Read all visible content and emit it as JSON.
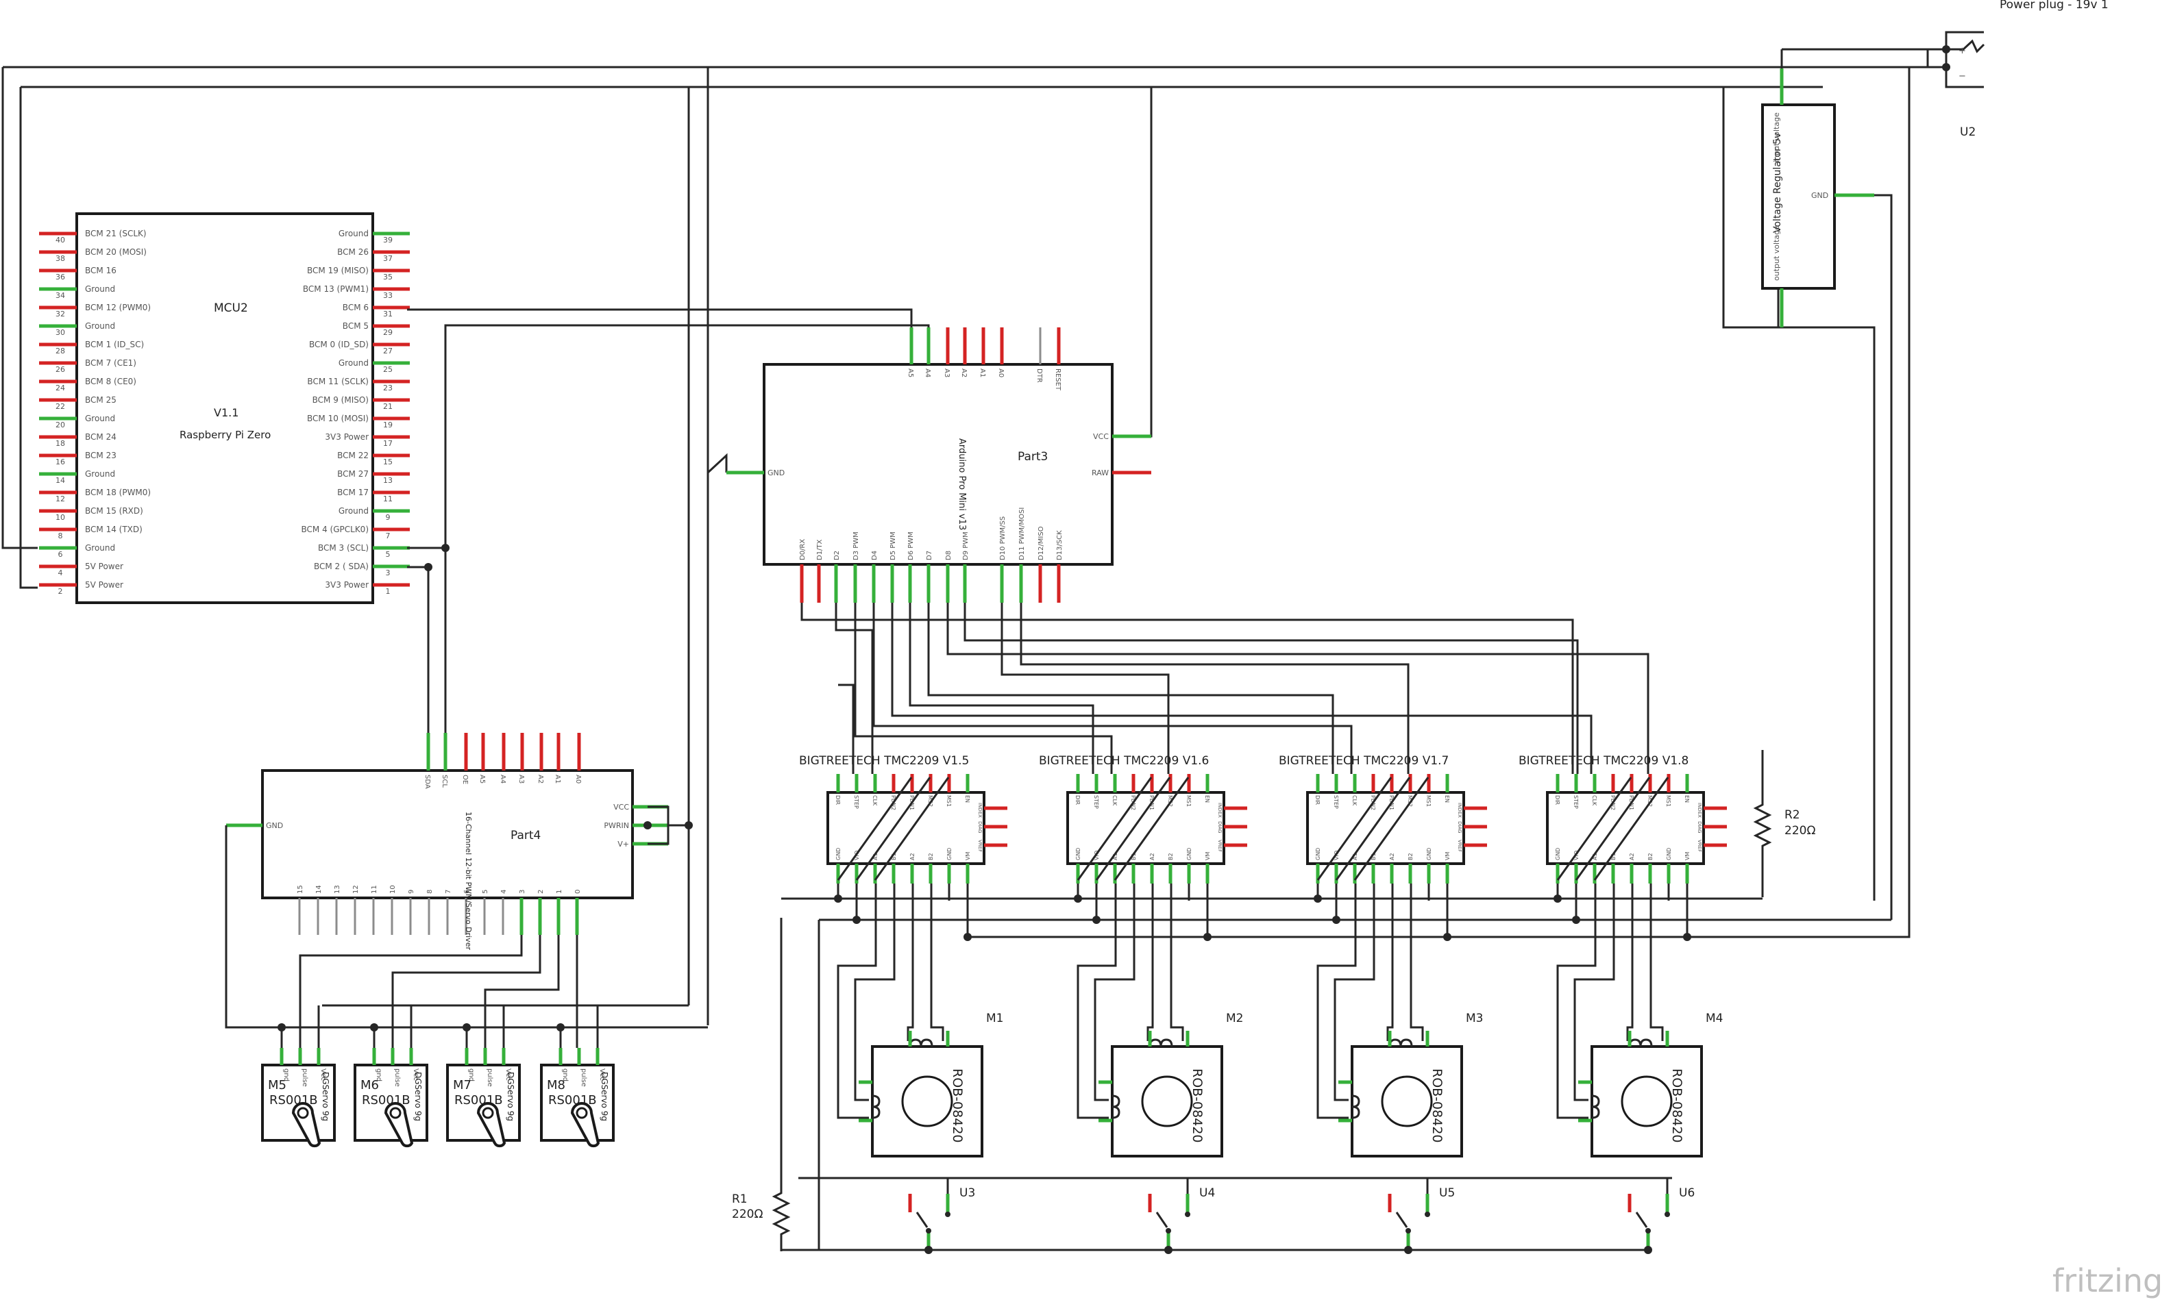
{
  "header": {
    "power_plug_label": "Power plug - 19v 1",
    "u2": "U2"
  },
  "regulator": {
    "title": "Voltage Regulator 5v",
    "input_label": "input voltage",
    "output_label": "output voltage",
    "gnd_label": "GND"
  },
  "mcu": {
    "name": "MCU2",
    "version": "V1.1",
    "subtitle": "Raspberry Pi Zero",
    "left_pins": [
      {
        "label": "BCM 21 (SCLK)",
        "num": "40",
        "color": "red"
      },
      {
        "label": "BCM 20 (MOSI)",
        "num": "38",
        "color": "red"
      },
      {
        "label": "BCM 16",
        "num": "36",
        "color": "red"
      },
      {
        "label": "Ground",
        "num": "34",
        "color": "green"
      },
      {
        "label": "BCM 12 (PWM0)",
        "num": "32",
        "color": "red"
      },
      {
        "label": "Ground",
        "num": "30",
        "color": "green"
      },
      {
        "label": "BCM 1 (ID_SC)",
        "num": "28",
        "color": "red"
      },
      {
        "label": "BCM 7 (CE1)",
        "num": "26",
        "color": "red"
      },
      {
        "label": "BCM 8 (CE0)",
        "num": "24",
        "color": "red"
      },
      {
        "label": "BCM 25",
        "num": "22",
        "color": "red"
      },
      {
        "label": "Ground",
        "num": "20",
        "color": "green"
      },
      {
        "label": "BCM 24",
        "num": "18",
        "color": "red"
      },
      {
        "label": "BCM 23",
        "num": "16",
        "color": "red"
      },
      {
        "label": "Ground",
        "num": "14",
        "color": "green"
      },
      {
        "label": "BCM 18 (PWM0)",
        "num": "12",
        "color": "red"
      },
      {
        "label": "BCM 15 (RXD)",
        "num": "10",
        "color": "red"
      },
      {
        "label": "BCM 14 (TXD)",
        "num": "8",
        "color": "red"
      },
      {
        "label": "Ground",
        "num": "6",
        "color": "green"
      },
      {
        "label": "5V Power",
        "num": "4",
        "color": "red"
      },
      {
        "label": "5V Power",
        "num": "2",
        "color": "red"
      }
    ],
    "right_pins": [
      {
        "label": "Ground",
        "num": "39",
        "color": "green"
      },
      {
        "label": "BCM 26",
        "num": "37",
        "color": "red"
      },
      {
        "label": "BCM 19 (MISO)",
        "num": "35",
        "color": "red"
      },
      {
        "label": "BCM 13 (PWM1)",
        "num": "33",
        "color": "red"
      },
      {
        "label": "BCM 6",
        "num": "31",
        "color": "red"
      },
      {
        "label": "BCM 5",
        "num": "29",
        "color": "red"
      },
      {
        "label": "BCM 0 (ID_SD)",
        "num": "27",
        "color": "red"
      },
      {
        "label": "Ground",
        "num": "25",
        "color": "green"
      },
      {
        "label": "BCM 11 (SCLK)",
        "num": "23",
        "color": "red"
      },
      {
        "label": "BCM 9 (MISO)",
        "num": "21",
        "color": "red"
      },
      {
        "label": "BCM 10 (MOSI)",
        "num": "19",
        "color": "red"
      },
      {
        "label": "3V3 Power",
        "num": "17",
        "color": "red"
      },
      {
        "label": "BCM 22",
        "num": "15",
        "color": "red"
      },
      {
        "label": "BCM 27",
        "num": "13",
        "color": "red"
      },
      {
        "label": "BCM 17",
        "num": "11",
        "color": "red"
      },
      {
        "label": "Ground",
        "num": "9",
        "color": "green"
      },
      {
        "label": "BCM 4 (GPCLK0)",
        "num": "7",
        "color": "red"
      },
      {
        "label": "BCM 3 (SCL)",
        "num": "5",
        "color": "green"
      },
      {
        "label": "BCM 2 ( SDA)",
        "num": "3",
        "color": "green"
      },
      {
        "label": "3V3 Power",
        "num": "1",
        "color": "red"
      }
    ]
  },
  "arduino": {
    "name": "Part3",
    "subtitle": "Arduino Pro Mini v13",
    "top_pins": [
      "A5",
      "A4",
      "A3",
      "A2",
      "A1",
      "A0",
      "DTR",
      "RESET"
    ],
    "bottom_pins": [
      "D0/RX",
      "D1/TX",
      "D2",
      "D3 PWM",
      "D4",
      "D5 PWM",
      "D6 PWM",
      "D7",
      "D8",
      "D9 PWM",
      "D10 PWM/SS",
      "D11 PWM/MOSI",
      "D12/MISO",
      "D13/SCK"
    ],
    "vcc": "VCC",
    "raw": "RAW",
    "gnd": "GND"
  },
  "servo_driver": {
    "name": "Part4",
    "subtitle": "16-Channel 12-bit PWM/Servo Driver",
    "top_pins": [
      "SDA",
      "SCL",
      "OE",
      "A5",
      "A4",
      "A3",
      "A2",
      "A1",
      "A0"
    ],
    "bottom_pins": [
      "15",
      "14",
      "13",
      "12",
      "11",
      "10",
      "9",
      "8",
      "7",
      "6",
      "5",
      "4",
      "3",
      "2",
      "1",
      "0"
    ],
    "right_pins": [
      "VCC",
      "PWRIN",
      "V+"
    ],
    "gnd": "GND"
  },
  "drivers": [
    {
      "title": "BIGTREETECH TMC2209 V1.5"
    },
    {
      "title": "BIGTREETECH TMC2209 V1.6"
    },
    {
      "title": "BIGTREETECH TMC2209 V1.7"
    },
    {
      "title": "BIGTREETECH TMC2209 V1.8"
    }
  ],
  "driver_pins": {
    "top": [
      "DIR",
      "STEP",
      "CLK",
      "PDN2",
      "PDN1",
      "MS2",
      "MS1",
      "EN"
    ],
    "bottom": [
      "GND",
      "VIO",
      "A1",
      "B1",
      "A2",
      "B2",
      "GND",
      "VM"
    ],
    "right": [
      "INDEX",
      "DIAG",
      "VREF"
    ]
  },
  "motors": [
    {
      "name": "M1",
      "model": "ROB-08420"
    },
    {
      "name": "M2",
      "model": "ROB-08420"
    },
    {
      "name": "M3",
      "model": "ROB-08420"
    },
    {
      "name": "M4",
      "model": "ROB-08420"
    }
  ],
  "servos": [
    {
      "name": "M5",
      "model": "RS001B",
      "type": "DGServo 9g"
    },
    {
      "name": "M6",
      "model": "RS001B",
      "type": "DGServo 9g"
    },
    {
      "name": "M7",
      "model": "RS001B",
      "type": "DGServo 9g"
    },
    {
      "name": "M8",
      "model": "RS001B",
      "type": "DGServo 9g"
    }
  ],
  "servo_pins": [
    "gnd",
    "pulse",
    "Vcc"
  ],
  "switches": [
    "U3",
    "U4",
    "U5",
    "U6"
  ],
  "resistors": [
    {
      "name": "R1",
      "value": "220Ω"
    },
    {
      "name": "R2",
      "value": "220Ω"
    }
  ],
  "logo": "fritzing"
}
